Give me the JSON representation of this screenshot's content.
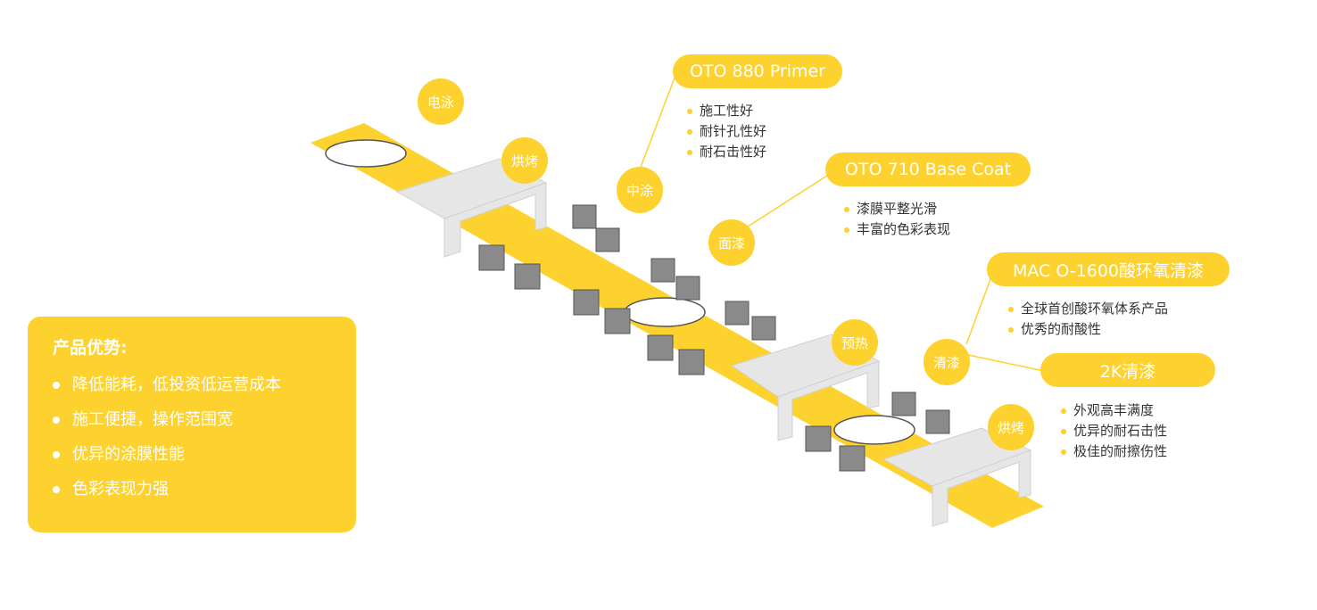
{
  "colors": {
    "accent": "#fdd22f",
    "text": "#333333"
  },
  "stations": [
    {
      "label": "电泳"
    },
    {
      "label": "烘烤"
    },
    {
      "label": "中涂"
    },
    {
      "label": "面漆"
    },
    {
      "label": "预热"
    },
    {
      "label": "清漆"
    },
    {
      "label": "烘烤"
    }
  ],
  "products": [
    {
      "name": "OTO 880 Primer",
      "features": [
        "施工性好",
        "耐针孔性好",
        "耐石击性好"
      ]
    },
    {
      "name": "OTO 710 Base Coat",
      "features": [
        "漆膜平整光滑",
        "丰富的色彩表现"
      ]
    },
    {
      "name": "MAC O-1600酸环氧清漆",
      "features": [
        "全球首创酸环氧体系产品",
        "优秀的耐酸性"
      ]
    },
    {
      "name": "2K清漆",
      "features": [
        "外观高丰满度",
        "优异的耐石击性",
        "极佳的耐擦伤性"
      ]
    }
  ],
  "advantages": {
    "title": "产品优势:",
    "items": [
      "降低能耗，低投资低运营成本",
      "施工便捷，操作范围宽",
      "优异的涂膜性能",
      "色彩表现力强"
    ]
  }
}
